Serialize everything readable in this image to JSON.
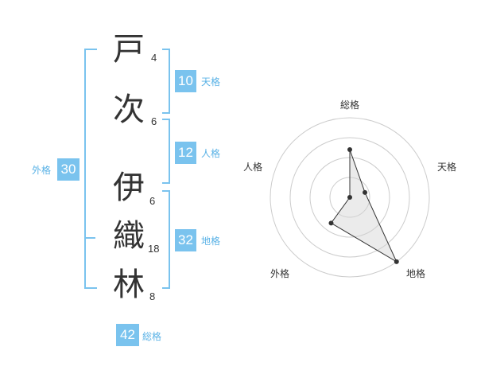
{
  "name": {
    "chars": [
      {
        "char": "戸",
        "strokes": "4"
      },
      {
        "char": "次",
        "strokes": "6"
      },
      {
        "char": "伊",
        "strokes": "6"
      },
      {
        "char": "織",
        "strokes": "18"
      },
      {
        "char": "林",
        "strokes": "8"
      }
    ]
  },
  "kaku": {
    "tenkaku": {
      "value": "10",
      "label": "天格"
    },
    "jinkaku": {
      "value": "12",
      "label": "人格"
    },
    "chikaku": {
      "value": "32",
      "label": "地格"
    },
    "gaikaku": {
      "value": "30",
      "label": "外格"
    },
    "soukaku": {
      "value": "42",
      "label": "総格"
    }
  },
  "colors": {
    "accent": "#7ac3ee",
    "label": "#5ab2e6",
    "text": "#333333"
  },
  "chart_data": {
    "type": "radar",
    "axes": [
      "総格",
      "天格",
      "地格",
      "外格",
      "人格"
    ],
    "values": [
      3,
      1,
      5,
      2,
      0
    ],
    "max": 5,
    "rings": 4
  }
}
